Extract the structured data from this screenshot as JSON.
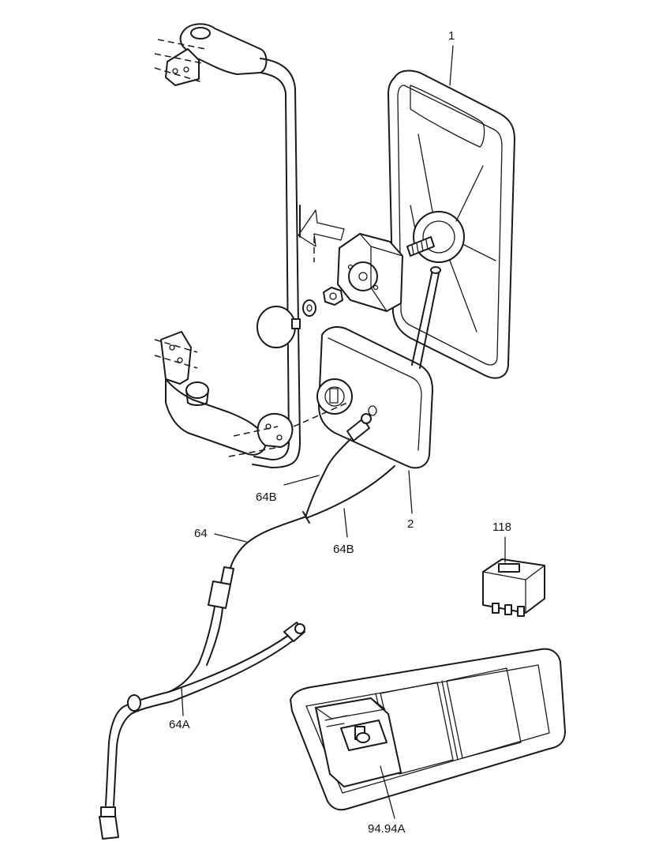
{
  "labels": {
    "mirror_glass": "1",
    "mirror_back": "2",
    "harness_main": "64",
    "harness_b_upper": "64B",
    "harness_b_lower": "64B",
    "harness_a": "64A",
    "relay": "118",
    "switch": "94.94A"
  }
}
